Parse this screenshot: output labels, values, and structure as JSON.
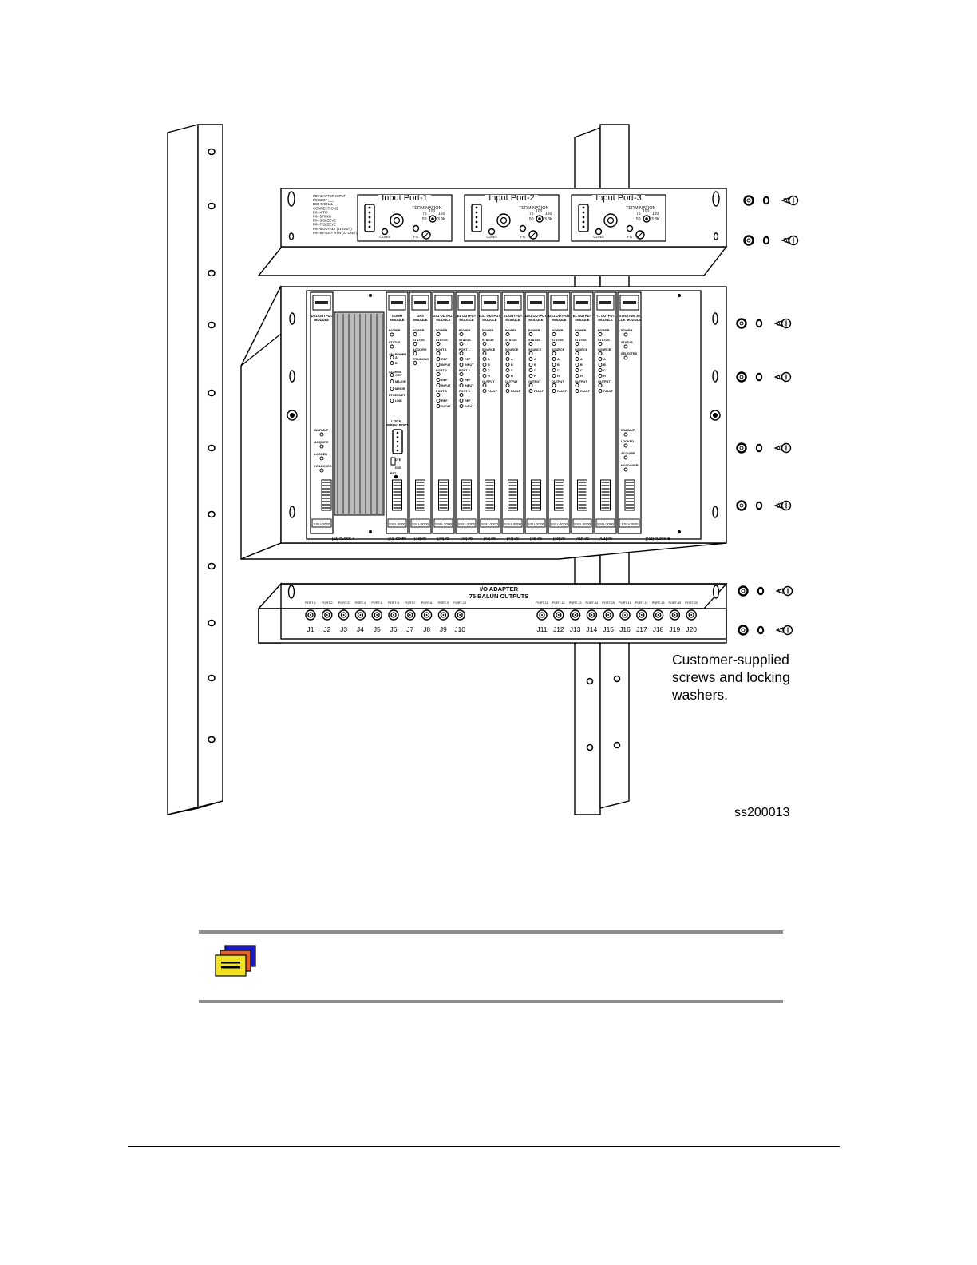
{
  "figure": {
    "id": "ss200013",
    "callout_lines": [
      "Customer-supplied",
      "screws and locking",
      "washers."
    ],
    "top_panel": {
      "left_label_lines": [
        "I/O ADAPTER INPUT",
        "I/O SLOT ___",
        "DB2 SIGNAL",
        "CONNECTIONS",
        "PIN-4 TIP",
        "PIN-5 RING",
        "PIN-3 SLEEVE",
        "PIN-7 SLEEVE",
        "PIN-8 OUTALT (J1-ON/T)",
        "PIN-9 FAULT RTN (J1-ON/T)"
      ],
      "ports": [
        {
          "title": "Input Port-1",
          "termination": "TERMINATION",
          "values": [
            "75",
            "100",
            "120",
            "50",
            "3.3K"
          ],
          "conn": "CONN",
          "fg": "FG"
        },
        {
          "title": "Input Port-2",
          "termination": "TERMINATION",
          "values": [
            "75",
            "100",
            "120",
            "50",
            "3.3K"
          ],
          "conn": "CONN",
          "fg": "FG"
        },
        {
          "title": "Input Port-3",
          "termination": "TERMINATION",
          "values": [
            "75",
            "100",
            "120",
            "50",
            "3.3K"
          ],
          "conn": "CONN",
          "fg": "FG"
        }
      ]
    },
    "shelf": {
      "cards": [
        {
          "name": "DS1 OUTPUT MODULE",
          "leds": [
            "WARMUP",
            "ACQUIRE",
            "LOCKED",
            "HOLDOVER"
          ],
          "model": "SSU-2000",
          "slot": "(A1) CLOCK-A"
        },
        {
          "name": "COMM MODULE",
          "leds": [
            "POWER",
            "STATUS",
            "48V POWER",
            "A",
            "B",
            "ALARMS",
            "CRIT",
            "MAJOR",
            "MINOR",
            "ETHERNET",
            "LINK",
            "LOCAL SERIAL PORT",
            "DTE",
            "DCE",
            "RST"
          ],
          "model": "SSU-2000",
          "slot": "(A2) COMM"
        },
        {
          "name": "GPS MODULE",
          "leds": [
            "POWER",
            "STATUS",
            "ACQUIRE",
            "TRACKING"
          ],
          "model": "SSU-2000",
          "slot": "(A3) I/O"
        },
        {
          "name": "DS1 OUTPUT MODULE",
          "leds": [
            "POWER",
            "STATUS",
            "PORT 1",
            "REF",
            "INPUT",
            "PORT 2",
            "REF",
            "INPUT",
            "PORT 3",
            "REF",
            "INPUT"
          ],
          "model": "SSU-2000",
          "slot": "(A4) I/O"
        },
        {
          "name": "E1 OUTPUT MODULE",
          "leds": [
            "POWER",
            "STATUS",
            "PORT 1",
            "REF",
            "INPUT",
            "PORT 2",
            "REF",
            "INPUT",
            "PORT 3",
            "REF",
            "INPUT"
          ],
          "model": "SSU-2000",
          "slot": "(A5) I/O"
        },
        {
          "name": "DS1 OUTPUT MODULE",
          "leds": [
            "POWER",
            "STATUS",
            "SOURCE",
            "A",
            "B",
            "C",
            "H",
            "OUTPUT",
            "FAULT"
          ],
          "model": "SSU-2000",
          "slot": "(A6) I/O"
        },
        {
          "name": "E1 OUTPUT MODULE",
          "leds": [
            "POWER",
            "STATUS",
            "SOURCE",
            "A",
            "B",
            "C",
            "H",
            "OUTPUT",
            "FAULT"
          ],
          "model": "SSU-2000",
          "slot": "(A7) I/O"
        },
        {
          "name": "DS1 OUTPUT MODULE",
          "leds": [
            "POWER",
            "STATUS",
            "SOURCE",
            "A",
            "B",
            "C",
            "H",
            "OUTPUT",
            "FAULT"
          ],
          "model": "SSU-2000",
          "slot": "(A8) I/O"
        },
        {
          "name": "DS1 OUTPUT MODULE",
          "leds": [
            "POWER",
            "STATUS",
            "SOURCE",
            "A",
            "B",
            "C",
            "H",
            "OUTPUT",
            "FAULT"
          ],
          "model": "SSU-2000",
          "slot": "(A9) I/O"
        },
        {
          "name": "E1 OUTPUT MODULE",
          "leds": [
            "POWER",
            "STATUS",
            "SOURCE",
            "A",
            "B",
            "C",
            "H",
            "OUTPUT",
            "FAULT"
          ],
          "model": "SSU-2000",
          "slot": "(A10) I/O"
        },
        {
          "name": "T1 OUTPUT MODULE",
          "leds": [
            "POWER",
            "STATUS",
            "SOURCE",
            "A",
            "B",
            "C",
            "H",
            "OUTPUT",
            "FAULT"
          ],
          "model": "SSU-2000",
          "slot": "(A11) I/O"
        },
        {
          "name": "STRATUM 3E CLK MODULE",
          "leds": [
            "POWER",
            "STATUS",
            "SELECTED",
            "WARMUP",
            "LOCKED",
            "ACQUIRE",
            "HOLDOVER"
          ],
          "model": "SSU-2000",
          "slot": "(A12) CLOCK-B"
        }
      ]
    },
    "bottom_panel": {
      "title_lines": [
        "I/O ADAPTER",
        "75 BALUN OUTPUTS"
      ],
      "ports": [
        "PORT-1",
        "PORT-2",
        "PORT-3",
        "PORT-4",
        "PORT-5",
        "PORT-6",
        "PORT-7",
        "PORT-8",
        "PORT-9",
        "PORT-10",
        "PORT-11",
        "PORT-12",
        "PORT-13",
        "PORT-14",
        "PORT-15",
        "PORT-16",
        "PORT-17",
        "PORT-18",
        "PORT-19",
        "PORT-20"
      ],
      "jacks": [
        "J1",
        "J2",
        "J3",
        "J4",
        "J5",
        "J6",
        "J7",
        "J8",
        "J9",
        "J10",
        "J11",
        "J12",
        "J13",
        "J14",
        "J15",
        "J16",
        "J17",
        "J18",
        "J19",
        "J20"
      ]
    }
  },
  "note": {
    "icon": "note-icon",
    "text": ""
  }
}
